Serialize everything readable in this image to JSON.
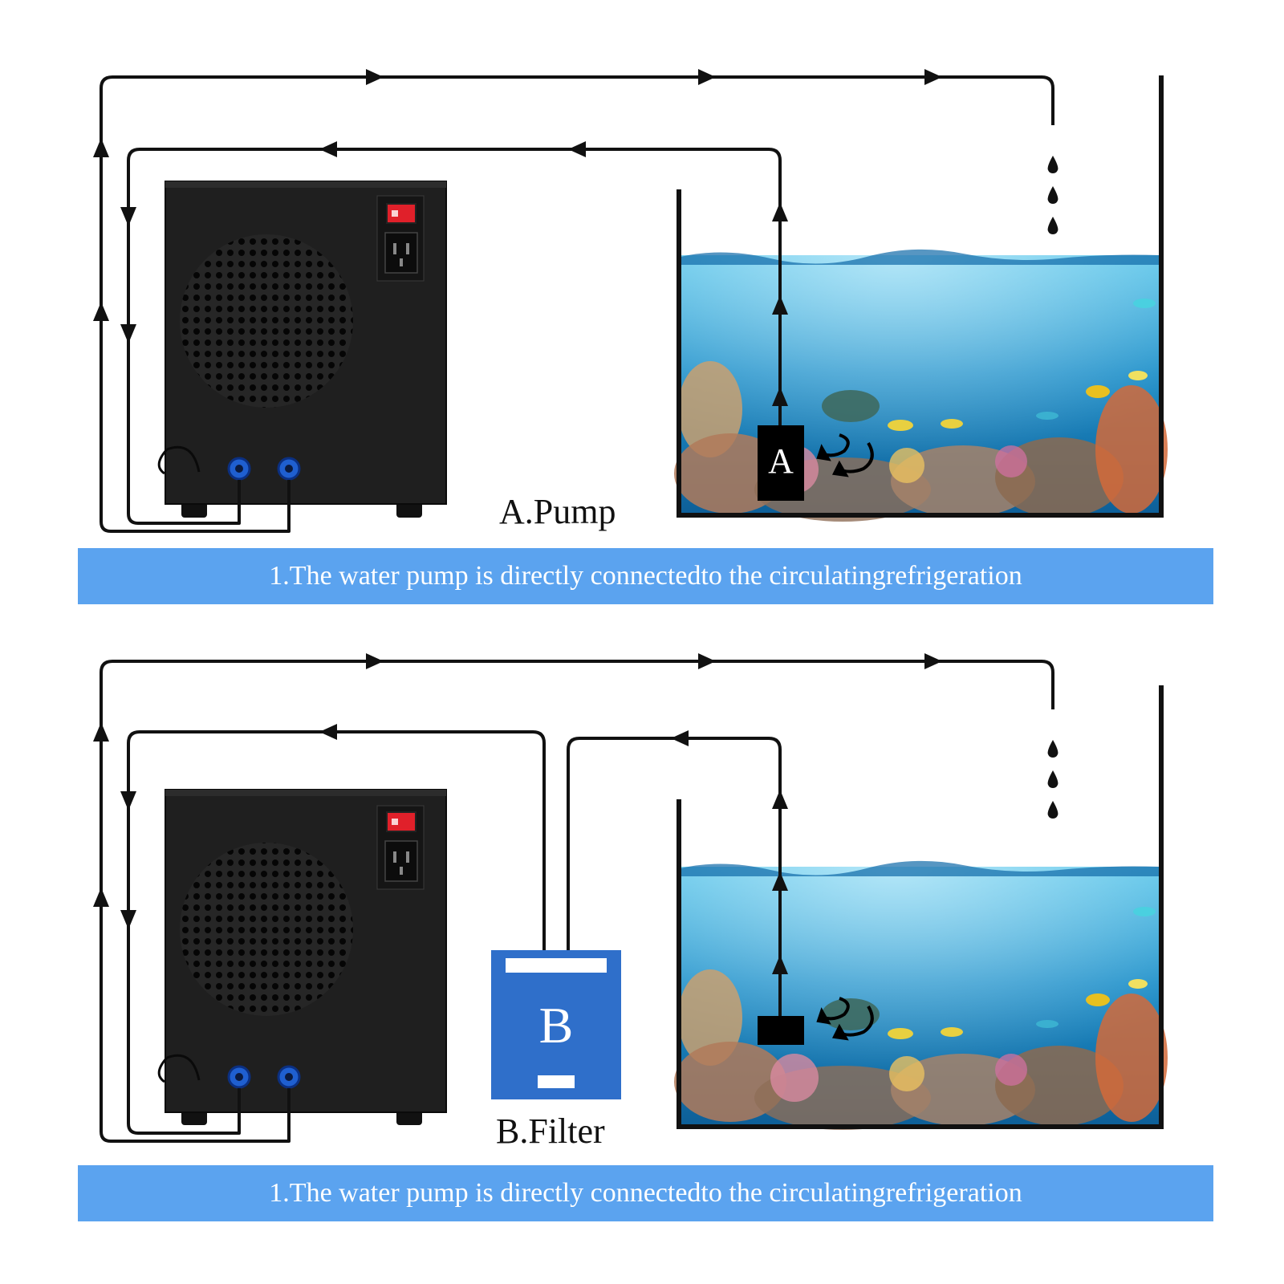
{
  "panels": [
    {
      "label": "A.Pump",
      "device_letter": "A",
      "caption": "1.The water pump is directly connectedto the circulatingrefrigeration"
    },
    {
      "label": "B.Filter",
      "device_letter": "B",
      "caption": "1.The water pump is directly connectedto the circulatingrefrigeration"
    }
  ],
  "colors": {
    "caption_bar": "#5ba3ef",
    "filter_box": "#2f6fca",
    "chiller_body": "#1f1f1f",
    "pipe": "#111111",
    "fitting": "#1f5fd0",
    "switch": "#e0202a"
  },
  "icons": [
    "chiller-unit",
    "power-switch-icon",
    "power-socket-icon",
    "fan-grille-icon",
    "water-drop-icon",
    "swirl-arrow-icon",
    "flow-arrow-icon"
  ]
}
